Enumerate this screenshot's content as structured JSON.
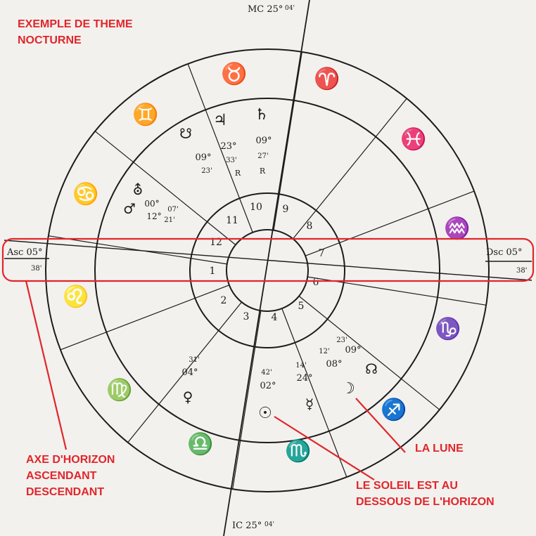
{
  "colors": {
    "ink": "#1c1c1c",
    "annotation": "#e0262b",
    "paper": "#f3f1ee"
  },
  "annotations": {
    "title": "EXEMPLE DE THEME\nNOCTURNE",
    "axis_note": "AXE D'HORIZON\nASCENDANT\nDESCENDANT",
    "moon_note": "LA LUNE",
    "sun_note": "LE SOLEIL EST AU\nDESSOUS DE L'HORIZON"
  },
  "axes": {
    "mc_label": "MC 25°",
    "mc_minutes": "04'",
    "ic_label": "IC 25°",
    "ic_minutes": "04'",
    "asc_label": "Asc 05°",
    "asc_minutes": "38'",
    "dsc_label": "Dsc 05°",
    "dsc_minutes": "38'"
  },
  "zodiac": [
    {
      "sign": "taurus",
      "glyph": "♉"
    },
    {
      "sign": "aries",
      "glyph": "♈"
    },
    {
      "sign": "pisces",
      "glyph": "♓"
    },
    {
      "sign": "aquarius",
      "glyph": "♒"
    },
    {
      "sign": "capricorn",
      "glyph": "♑"
    },
    {
      "sign": "sagittarius",
      "glyph": "♐"
    },
    {
      "sign": "scorpio",
      "glyph": "♏"
    },
    {
      "sign": "libra",
      "glyph": "♎"
    },
    {
      "sign": "virgo",
      "glyph": "♍"
    },
    {
      "sign": "leo",
      "glyph": "♌"
    },
    {
      "sign": "cancer",
      "glyph": "♋"
    },
    {
      "sign": "gemini",
      "glyph": "♊"
    }
  ],
  "houses": [
    "1",
    "2",
    "3",
    "4",
    "5",
    "6",
    "7",
    "8",
    "9",
    "10",
    "11",
    "12"
  ],
  "planets": [
    {
      "name": "jupiter",
      "glyph": "♃",
      "degree": "23°",
      "minutes": "33'",
      "retro": "R"
    },
    {
      "name": "saturn",
      "glyph": "♄",
      "degree": "09°",
      "minutes": "27'",
      "retro": "R"
    },
    {
      "name": "south-node",
      "glyph": "☋",
      "degree": "09°",
      "minutes": "23'"
    },
    {
      "name": "uranus",
      "glyph": "⛢",
      "degree": "00°",
      "minutes": "07'"
    },
    {
      "name": "mars",
      "glyph": "♂",
      "degree": "12°",
      "minutes": "21'"
    },
    {
      "name": "venus",
      "glyph": "♀",
      "degree": "04°",
      "minutes": "31'"
    },
    {
      "name": "sun",
      "glyph": "☉",
      "degree": "02°",
      "minutes": "42'"
    },
    {
      "name": "mercury",
      "glyph": "☿",
      "degree": "24°",
      "minutes": "14'"
    },
    {
      "name": "moon",
      "glyph": "☽",
      "degree": "08°",
      "minutes": "12'"
    },
    {
      "name": "north-node",
      "glyph": "☊",
      "degree": "09°",
      "minutes": "23'"
    }
  ]
}
